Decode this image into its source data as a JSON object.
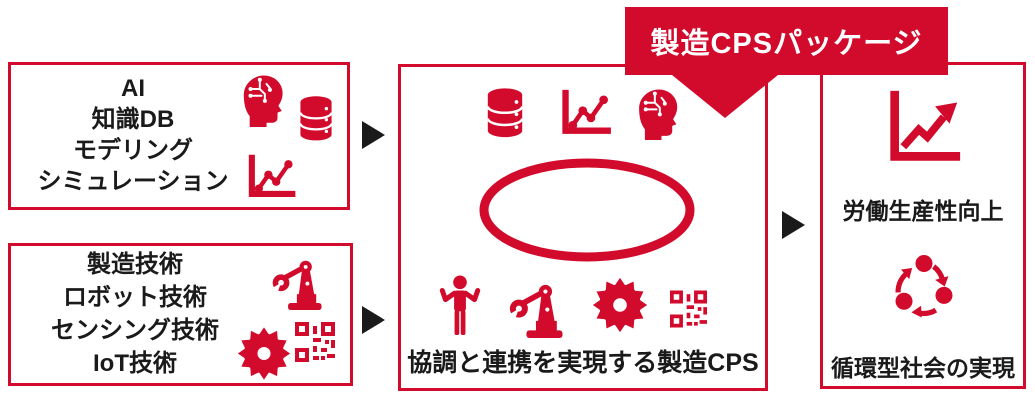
{
  "colors": {
    "accent_red": "#d20a2c",
    "text_black": "#1a1a1a",
    "banner_text": "#ffffff",
    "background": "#ffffff"
  },
  "banner": {
    "label": "製造CPSパッケージ"
  },
  "boxes": {
    "digital_tech": {
      "lines": [
        "AI",
        "知識DB",
        "モデリング",
        "シミュレーション"
      ],
      "icons": [
        "brain-circuit-icon",
        "database-icon",
        "line-chart-icon"
      ]
    },
    "physical_tech": {
      "lines": [
        "製造技術",
        "ロボット技術",
        "センシング技術",
        "IoT技術"
      ],
      "icons": [
        "robot-arm-icon",
        "saw-blade-icon",
        "qr-code-icon"
      ]
    },
    "center_cps": {
      "caption": "協調と連携を実現する製造CPS",
      "top_icons": [
        "database-icon",
        "line-chart-icon",
        "brain-circuit-icon"
      ],
      "ring_icon": "ellipse-ring",
      "bottom_icons": [
        "person-icon",
        "robot-arm-icon",
        "saw-blade-icon",
        "qr-code-icon"
      ]
    },
    "outcomes": {
      "items": [
        {
          "icon": "growth-chart-icon",
          "label": "労働生産性向上"
        },
        {
          "icon": "cycle-icon",
          "label": "循環型社会の実現"
        }
      ]
    }
  },
  "flow": {
    "arrow_icon": "right-triangle",
    "count": 3
  }
}
